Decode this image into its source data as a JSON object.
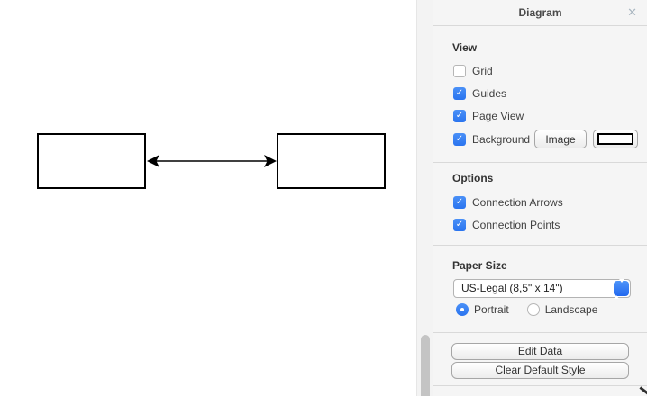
{
  "colors": {
    "accent": "#2a74ef",
    "accent-light": "#4a90f7",
    "panel-bg": "#f5f5f5",
    "divider": "#d9d9d9",
    "heading": "#333333",
    "label": "#3f3f3f",
    "close": "#a9b6c0",
    "thumb": "#c4c4c4",
    "shape-stroke": "#000000",
    "shape-fill": "#ffffff"
  },
  "icons": {
    "close": "✕",
    "check": "✓"
  },
  "canvas": {
    "shapes": [
      {
        "name": "left-rectangle",
        "fill": "#ffffff",
        "stroke": "#000000"
      },
      {
        "name": "right-rectangle",
        "fill": "#ffffff",
        "stroke": "#000000"
      }
    ],
    "connector": {
      "type": "bidirectional-arrow",
      "stroke": "#000000"
    }
  },
  "panel": {
    "title": "Diagram",
    "view": {
      "heading": "View",
      "items": [
        {
          "label": "Grid",
          "checked": false
        },
        {
          "label": "Guides",
          "checked": true
        },
        {
          "label": "Page View",
          "checked": true
        },
        {
          "label": "Background",
          "checked": true
        }
      ],
      "image_button": "Image"
    },
    "options": {
      "heading": "Options",
      "items": [
        {
          "label": "Connection Arrows",
          "checked": true
        },
        {
          "label": "Connection Points",
          "checked": true
        }
      ]
    },
    "paper_size": {
      "heading": "Paper Size",
      "selected_option": "US-Legal (8,5\" x 14\")",
      "orientations": [
        {
          "label": "Portrait",
          "checked": true
        },
        {
          "label": "Landscape",
          "checked": false
        }
      ]
    },
    "actions": {
      "edit_data": "Edit Data",
      "clear_default_style": "Clear Default Style"
    }
  }
}
